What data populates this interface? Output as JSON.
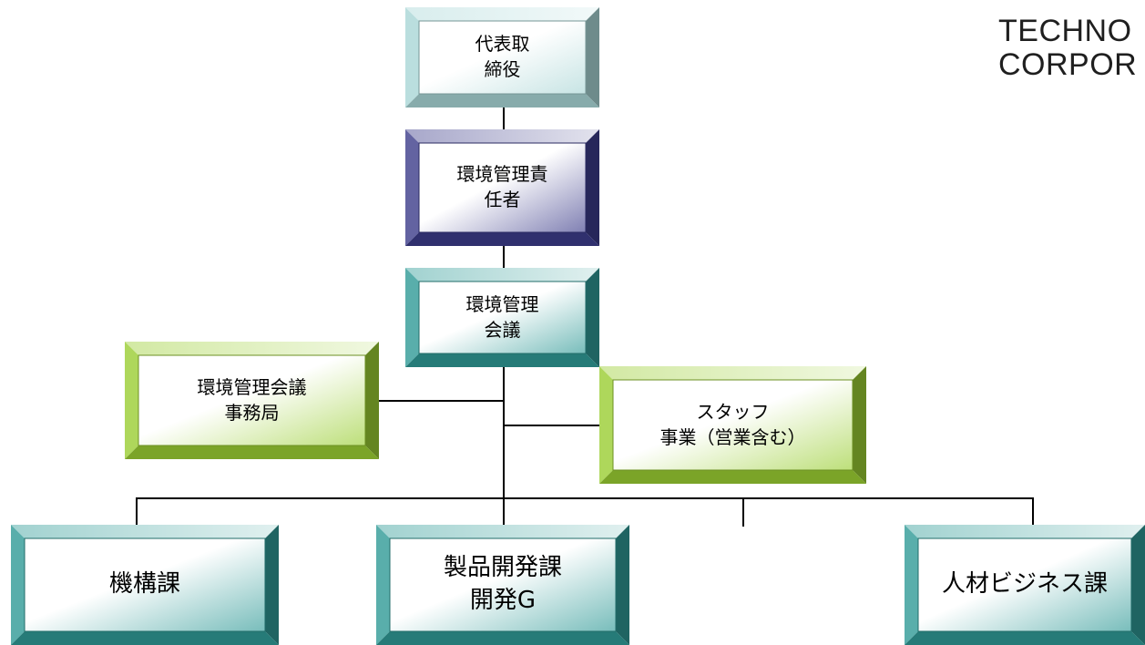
{
  "brand": {
    "text": "TECHNO\nCORPOR"
  },
  "org_chart": {
    "nodes": {
      "ceo": {
        "label": "代表取\n締役",
        "color": "#a9d6d6"
      },
      "env_manager": {
        "label": "環境管理責\n任者",
        "color": "#3c3c8a"
      },
      "env_committee": {
        "label": "環境管理\n会議",
        "color": "#2f9a96"
      },
      "secretariat": {
        "label": "環境管理会議\n事務局",
        "color": "#9acd32"
      },
      "staff": {
        "label": "スタッフ\n事業（営業含む）",
        "color": "#9acd32"
      },
      "mechanism": {
        "label": "機構課",
        "color": "#2f9a96"
      },
      "product_dev": {
        "label": "製品開発課\n開発G",
        "color": "#2f9a96"
      },
      "hr_business": {
        "label": "人材ビジネス課",
        "color": "#2f9a96"
      }
    }
  }
}
